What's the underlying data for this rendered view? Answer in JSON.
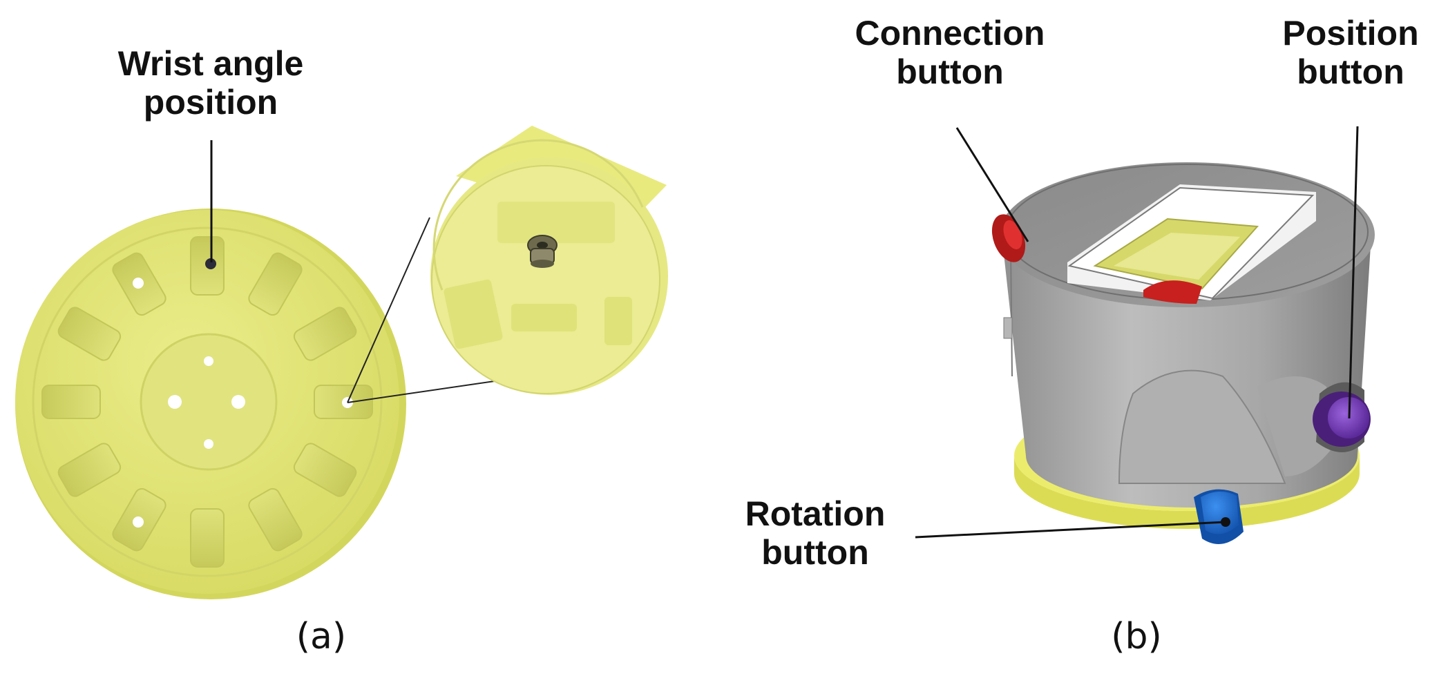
{
  "labels": {
    "wrist_angle": [
      "Wrist angle",
      "position"
    ],
    "connection": [
      "Connection",
      "button"
    ],
    "position": [
      "Position",
      "button"
    ],
    "rotation": [
      "Rotation",
      "button"
    ]
  },
  "captions": {
    "a": "(a)",
    "b": "(b)"
  },
  "colors": {
    "plate_yellow": "#e4e67a",
    "plate_yellow_dark": "#cdd05e",
    "housing_gray": "#9c9c9c",
    "housing_gray_dark": "#747474",
    "connection_button": "#c8201e",
    "position_button": "#7d3fbf",
    "rotation_button": "#1f6fd6"
  }
}
